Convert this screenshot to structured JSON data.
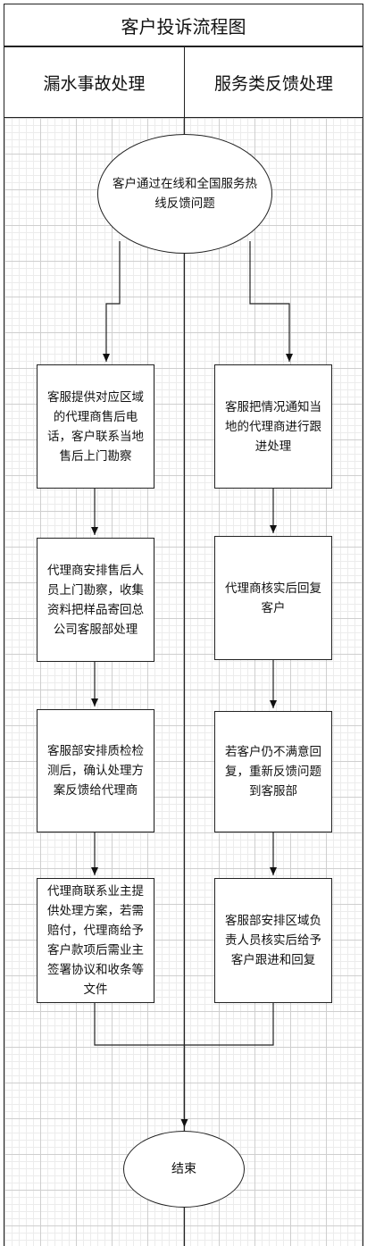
{
  "title": "客户投诉流程图",
  "lanes": [
    {
      "label": "漏水事故处理"
    },
    {
      "label": "服务类反馈处理"
    }
  ],
  "start": {
    "text": "客户通过在线和全国服务热线反馈问题"
  },
  "left_steps": [
    {
      "text": "客服提供对应区域的代理商售后电话，客户联系当地售后上门勘察"
    },
    {
      "text": "代理商安排售后人员上门勘察，收集资料把样品寄回总公司客服部处理"
    },
    {
      "text": "客服部安排质检检测后，确认处理方案反馈给代理商"
    },
    {
      "text": "代理商联系业主提供处理方案，若需赔付，代理商给予客户款项后需业主签署协议和收条等文件"
    }
  ],
  "right_steps": [
    {
      "text": "客服把情况通知当地的代理商进行跟进处理"
    },
    {
      "text": "代理商核实后回复客户"
    },
    {
      "text": "若客户仍不满意回复，重新反馈问题到客服部"
    },
    {
      "text": "客服部安排区域负责人员核实后给予客户跟进和回复"
    }
  ],
  "end": {
    "text": "结束"
  }
}
